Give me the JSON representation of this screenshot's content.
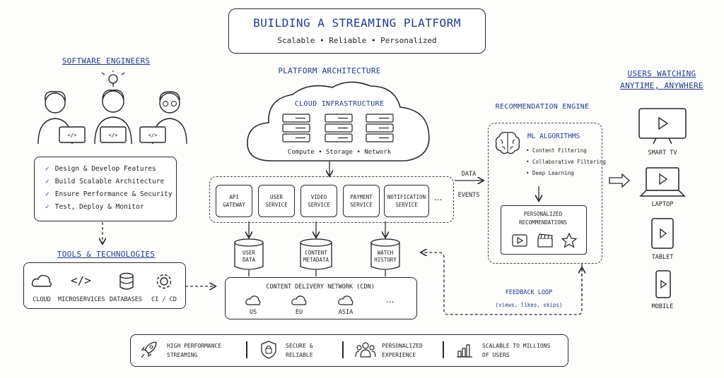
{
  "title": "BUILDING A STREAMING PLATFORM",
  "subtitle": "Scalable • Reliable • Personalized",
  "engineers": {
    "header": "SOFTWARE ENGINEERS",
    "tasks": [
      "Design & Develop Features",
      "Build Scalable Architecture",
      "Ensure Performance & Security",
      "Test, Deploy & Monitor"
    ]
  },
  "tools": {
    "header": "TOOLS & TECHNOLOGIES",
    "items": [
      "CLOUD",
      "MICROSERVICES",
      "DATABASES",
      "CI / CD"
    ]
  },
  "architecture": {
    "header": "PLATFORM ARCHITECTURE",
    "cloud_title": "CLOUD INFRASTRUCTURE",
    "cloud_caption": "Compute • Storage • Network",
    "services": [
      {
        "line1": "API",
        "line2": "GATEWAY"
      },
      {
        "line1": "USER",
        "line2": "SERVICE"
      },
      {
        "line1": "VIDEO",
        "line2": "SERVICE"
      },
      {
        "line1": "PAYMENT",
        "line2": "SERVICE"
      },
      {
        "line1": "NOTIFICATION",
        "line2": "SERVICE"
      }
    ],
    "services_more": "...",
    "databases": [
      {
        "line1": "USER",
        "line2": "DATA"
      },
      {
        "line1": "CONTENT",
        "line2": "METADATA"
      },
      {
        "line1": "WATCH",
        "line2": "HISTORY"
      }
    ],
    "cdn_title": "CONTENT DELIVERY NETWORK (CDN)",
    "cdn_regions": [
      "US",
      "EU",
      "ASIA"
    ],
    "cdn_more": "..."
  },
  "data_events": {
    "line1": "DATA",
    "line2": "EVENTS"
  },
  "recommendation": {
    "header": "RECOMMENDATION ENGINE",
    "ml_title": "ML ALGORITHMS",
    "ml_items": [
      "• Content Filtering",
      "• Collaborative Filtering",
      "• Deep Learning"
    ],
    "personalized_line1": "PERSONALIZED",
    "personalized_line2": "RECOMMENDATIONS"
  },
  "feedback": {
    "title": "FEEDBACK LOOP",
    "caption": "(views, likes, skips)"
  },
  "users": {
    "header_line1": "USERS WATCHING",
    "header_line2": "ANYTIME, ANYWHERE",
    "devices": [
      "SMART TV",
      "LAPTOP",
      "TABLET",
      "MOBILE"
    ]
  },
  "benefits": [
    {
      "line1": "HIGH PERFORMANCE",
      "line2": "STREAMING",
      "icon": "rocket-icon"
    },
    {
      "line1": "SECURE &",
      "line2": "RELIABLE",
      "icon": "shield-lock-icon"
    },
    {
      "line1": "PERSONALIZED",
      "line2": "EXPERIENCE",
      "icon": "people-icon"
    },
    {
      "line1": "SCALABLE TO MILLIONS",
      "line2": "OF USERS",
      "icon": "bar-chart-icon"
    }
  ],
  "colors": {
    "accent": "#1f3b8c",
    "ink": "#2a2a2a"
  }
}
